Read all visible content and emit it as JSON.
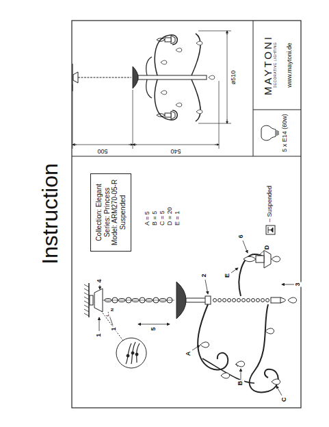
{
  "diagram": {
    "nodes": [
      {
        "text": [
          "Collection: Elegant",
          "Series: Princess",
          "Model: ARM270-05-R",
          "Suspended"
        ]
      },
      {
        "text": [
          "MAYTONI",
          "DECORATIVE LIGHTING",
          "www.maytoni.de"
        ]
      },
      {
        "text": [
          "5 x E14 (60w)"
        ]
      }
    ],
    "labels": [
      "Instruction",
      "A = 5",
      "B = 5",
      "C = 5",
      "D = 20",
      "E = 1",
      "– Suspended",
      "1",
      "1",
      "4",
      "5",
      "2",
      "3",
      "6",
      "A",
      "B",
      "C",
      "D",
      "E",
      "L",
      "N",
      "500",
      "540",
      "ø510"
    ]
  }
}
